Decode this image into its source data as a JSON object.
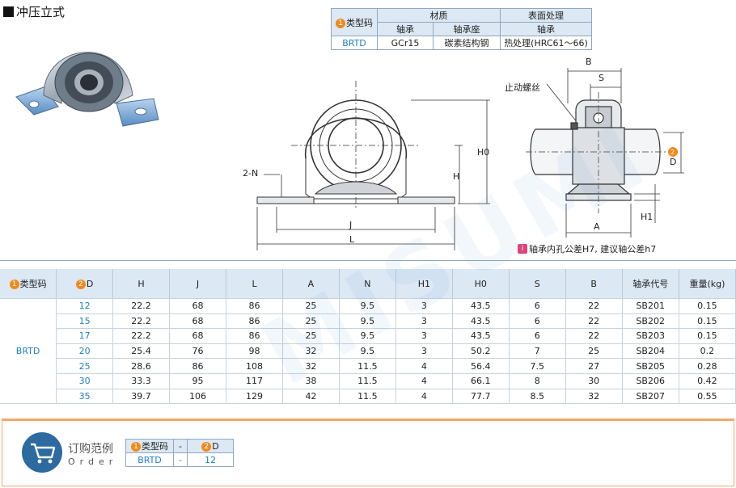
{
  "page": {
    "title": "冲压立式"
  },
  "spec_table": {
    "type_code_label": "类型码",
    "material_label": "材质",
    "surface_label": "表面处理",
    "bearing_label": "轴承",
    "housing_label": "轴承座",
    "surface_sub_label": "轴承",
    "type_code": "BRTD",
    "bearing_material": "GCr15",
    "housing_material": "碳素结构钢",
    "surface_treatment": "热处理(HRC61～66)"
  },
  "drawing": {
    "labels": {
      "b": "B",
      "s": "S",
      "thread": "止动螺丝",
      "d": "D",
      "h0": "H0",
      "h": "H",
      "two_n": "2-N",
      "j": "J",
      "l": "L",
      "a": "A",
      "h1": "H1"
    },
    "note": "轴承内孔公差H7, 建议轴公差h7",
    "note_icon": "info-icon",
    "colors": {
      "accent_orange": "#f08a1c",
      "accent_blue": "#1d7fc4",
      "header_bg": "#dce8f4"
    }
  },
  "dimension_table": {
    "headers": [
      "类型码",
      "D",
      "H",
      "J",
      "L",
      "A",
      "N",
      "H1",
      "H0",
      "S",
      "B",
      "轴承代号",
      "重量(kg)"
    ],
    "type_code": "BRTD",
    "rows": [
      {
        "d": "12",
        "h": "22.2",
        "j": "68",
        "l": "86",
        "a": "25",
        "n": "9.5",
        "h1": "3",
        "h0": "43.5",
        "s": "6",
        "b": "22",
        "code": "SB201",
        "w": "0.15"
      },
      {
        "d": "15",
        "h": "22.2",
        "j": "68",
        "l": "86",
        "a": "25",
        "n": "9.5",
        "h1": "3",
        "h0": "43.5",
        "s": "6",
        "b": "22",
        "code": "SB202",
        "w": "0.15"
      },
      {
        "d": "17",
        "h": "22.2",
        "j": "68",
        "l": "86",
        "a": "25",
        "n": "9.5",
        "h1": "3",
        "h0": "43.5",
        "s": "6",
        "b": "22",
        "code": "SB203",
        "w": "0.15"
      },
      {
        "d": "20",
        "h": "25.4",
        "j": "76",
        "l": "98",
        "a": "32",
        "n": "9.5",
        "h1": "3",
        "h0": "50.2",
        "s": "7",
        "b": "25",
        "code": "SB204",
        "w": "0.2"
      },
      {
        "d": "25",
        "h": "28.6",
        "j": "86",
        "l": "108",
        "a": "32",
        "n": "11.5",
        "h1": "4",
        "h0": "56.4",
        "s": "7.5",
        "b": "27",
        "code": "SB205",
        "w": "0.28"
      },
      {
        "d": "30",
        "h": "33.3",
        "j": "95",
        "l": "117",
        "a": "38",
        "n": "11.5",
        "h1": "4",
        "h0": "66.1",
        "s": "8",
        "b": "30",
        "code": "SB206",
        "w": "0.42"
      },
      {
        "d": "35",
        "h": "39.7",
        "j": "106",
        "l": "129",
        "a": "42",
        "n": "11.5",
        "h1": "4",
        "h0": "77.7",
        "s": "8.5",
        "b": "32",
        "code": "SB207",
        "w": "0.55"
      }
    ]
  },
  "order": {
    "title": "订购范例",
    "subtitle": "Order",
    "icon": "cart-icon",
    "type_code_label": "类型码",
    "d_label": "D",
    "dash": "-",
    "type_code": "BRTD",
    "d_value": "12"
  },
  "watermark": "MISUMI"
}
